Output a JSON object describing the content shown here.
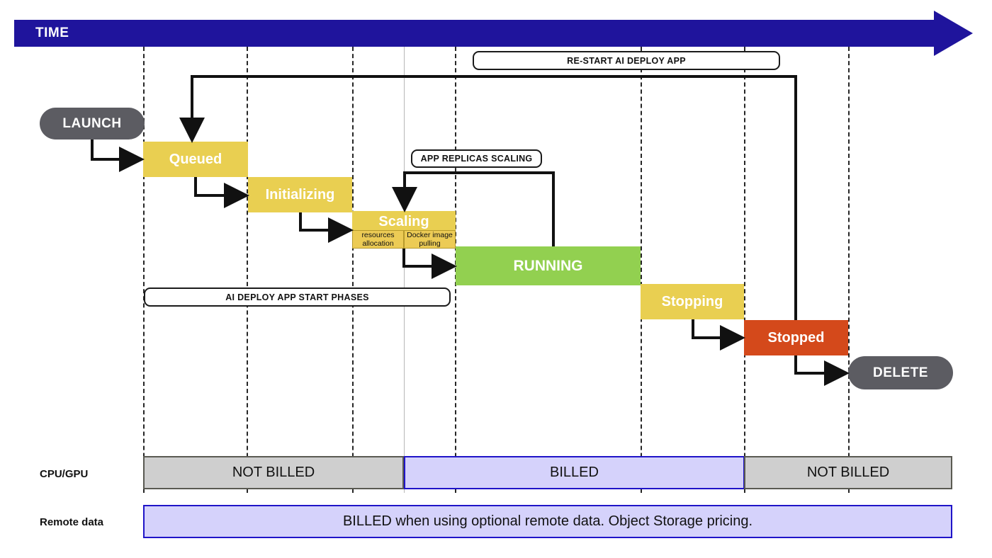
{
  "timeline": {
    "axis_label": "TIME",
    "axis_color": "#1f149c"
  },
  "start_pill": {
    "label": "LAUNCH"
  },
  "end_pill": {
    "label": "DELETE"
  },
  "annotations": [
    {
      "id": "restart",
      "label": "RE-START AI DEPLOY APP"
    },
    {
      "id": "replicas",
      "label": "APP REPLICAS SCALING"
    },
    {
      "id": "startphases",
      "label": "AI DEPLOY APP START PHASES"
    }
  ],
  "states": [
    {
      "id": "queued",
      "label": "Queued",
      "color": "#e9cf51"
    },
    {
      "id": "initializing",
      "label": "Initializing",
      "color": "#e9cf51"
    },
    {
      "id": "scaling",
      "label": "Scaling",
      "color": "#e9cf51"
    },
    {
      "id": "running",
      "label": "RUNNING",
      "color": "#92d050"
    },
    {
      "id": "stopping",
      "label": "Stopping",
      "color": "#e9cf51"
    },
    {
      "id": "stopped",
      "label": "Stopped",
      "color": "#d4491b"
    }
  ],
  "scaling_substeps": [
    {
      "id": "resources",
      "label": "resources allocation"
    },
    {
      "id": "docker",
      "label": "Docker image pulling"
    }
  ],
  "billing": {
    "rows": [
      {
        "id": "cpu-gpu",
        "label": "CPU/GPU",
        "segments": [
          {
            "id": "cpu-not-billed-left",
            "label": "NOT BILLED",
            "state": "not-billed"
          },
          {
            "id": "cpu-billed",
            "label": "BILLED",
            "state": "billed"
          },
          {
            "id": "cpu-not-billed-right",
            "label": "NOT BILLED",
            "state": "not-billed"
          }
        ]
      },
      {
        "id": "remote-data",
        "label": "Remote data",
        "segments": [
          {
            "id": "remote-billed",
            "label": "BILLED when using optional remote data. Object Storage pricing.",
            "state": "billed"
          }
        ]
      }
    ],
    "colors": {
      "billed_fill": "#d5d2fb",
      "billed_border": "#1f14c8",
      "not_billed_fill": "#cfcfcf",
      "not_billed_border": "#5a5a52"
    }
  }
}
